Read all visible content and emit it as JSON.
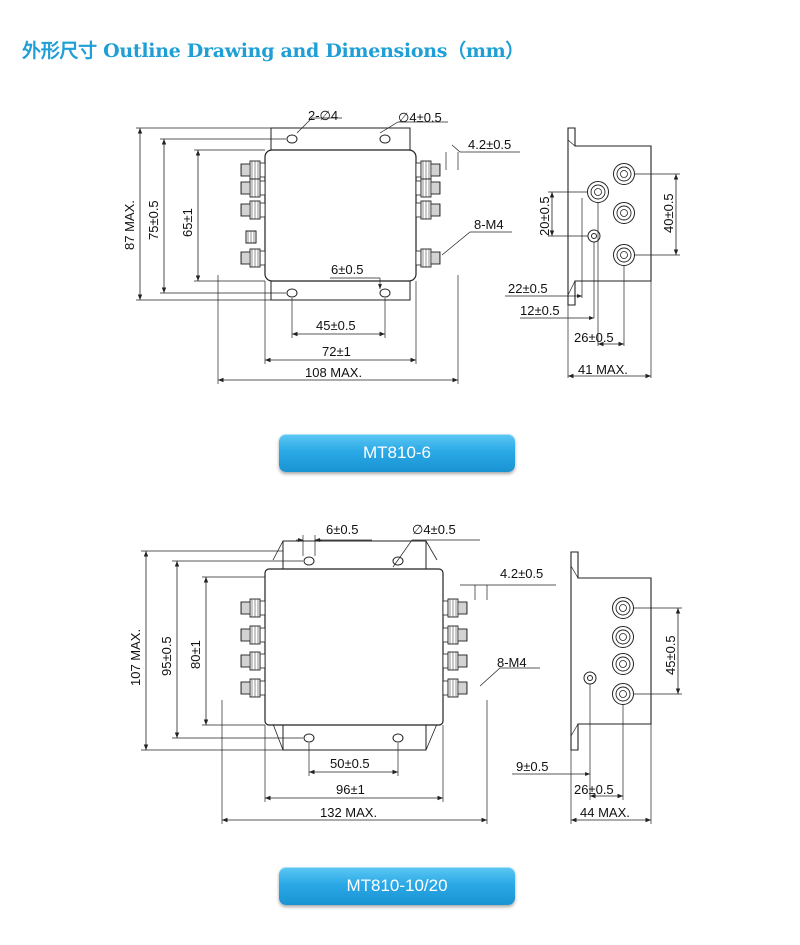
{
  "title": "外形尺寸 Outline Drawing and Dimensions（mm）",
  "drawings": [
    {
      "model": "MT810-6",
      "labels": {
        "mount_holes": "2-∅4",
        "hole_dia": "∅4±0.5",
        "stud_pitch": "4.2±0.5",
        "terminals": "8-M4",
        "overall_height": "87 MAX.",
        "hole_height": "75±0.5",
        "body_height": "65±1",
        "hole_offset": "6±0.5",
        "hole_spacing": "45±0.5",
        "body_width": "72±1",
        "overall_width": "108 MAX.",
        "side_20": "20±0.5",
        "side_40": "40±0.5",
        "side_22": "22±0.5",
        "side_12": "12±0.5",
        "side_26": "26±0.5",
        "side_depth": "41 MAX."
      }
    },
    {
      "model": "MT810-10/20",
      "labels": {
        "hole_offset": "6±0.5",
        "hole_dia": "∅4±0.5",
        "stud_pitch": "4.2±0.5",
        "terminals": "8-M4",
        "overall_height": "107 MAX.",
        "hole_height": "95±0.5",
        "body_height": "80±1",
        "hole_spacing": "50±0.5",
        "body_width": "96±1",
        "overall_width": "132 MAX.",
        "side_45": "45±0.5",
        "side_9": "9±0.5",
        "side_26": "26±0.5",
        "side_depth": "44 MAX."
      }
    }
  ]
}
